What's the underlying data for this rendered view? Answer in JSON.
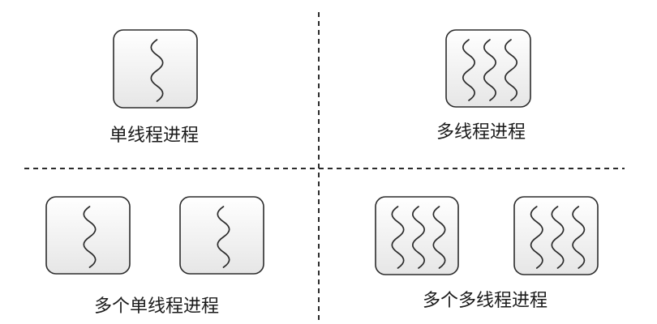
{
  "colors": {
    "stroke": "#2b2b2b",
    "box_fill_top": "#ffffff",
    "box_fill_bottom": "#e6e6e6",
    "text": "#1a1a1a"
  },
  "quadrants": [
    {
      "label": "单线程进程",
      "processes": 1,
      "threads_per_process": 1
    },
    {
      "label": "多线程进程",
      "processes": 1,
      "threads_per_process": 3
    },
    {
      "label": "多个单线程进程",
      "processes": 2,
      "threads_per_process": 1
    },
    {
      "label": "多个多线程进程",
      "processes": 2,
      "threads_per_process": 3
    }
  ]
}
